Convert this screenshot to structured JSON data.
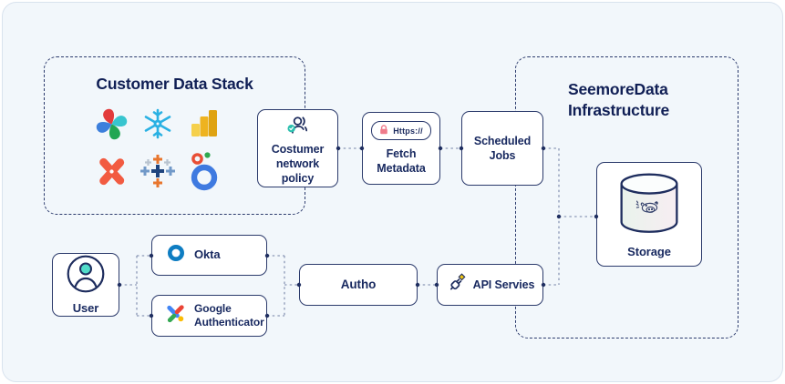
{
  "colors": {
    "navy": "#1b2a5e",
    "card_background": "#f2f7fb",
    "connector_gray": "#8b98b6",
    "badge_teal": "#2bbfae",
    "lock_red": "#ef7b8b",
    "okta_blue": "#0e7dc2",
    "snowflake_blue": "#2ab1e3",
    "powerbi_yellow": "#eeb320",
    "x_orange": "#f25b41"
  },
  "customer_stack": {
    "title": "Customer Data Stack",
    "logos": [
      "pinwheel-logo",
      "snowflake-logo",
      "power-bi-logo",
      "x-pinwheel-logo",
      "tableau-logo",
      "ring-dots-logo"
    ]
  },
  "infrastructure": {
    "title": "SeemoreData Infrastructure",
    "storage": {
      "label": "Storage",
      "icon": "database-cylinder-icon"
    }
  },
  "pipeline": {
    "network_policy": {
      "label": "Costumer network policy",
      "icon": "verified-user-icon"
    },
    "fetch_metadata": {
      "label": "Fetch Metadata",
      "badge": "Https://",
      "badge_icon": "lock-icon"
    },
    "scheduled_jobs": {
      "label": "Scheduled Jobs"
    }
  },
  "auth_flow": {
    "user": {
      "label": "User",
      "icon": "user-avatar-icon"
    },
    "okta": {
      "label": "Okta",
      "icon": "okta-logo"
    },
    "google_authenticator": {
      "label": "Google Authenticator",
      "icon": "google-authenticator-logo"
    },
    "autho": {
      "label": "Autho"
    },
    "api_services": {
      "label": "API Servies",
      "icon": "api-plug-icon"
    }
  }
}
